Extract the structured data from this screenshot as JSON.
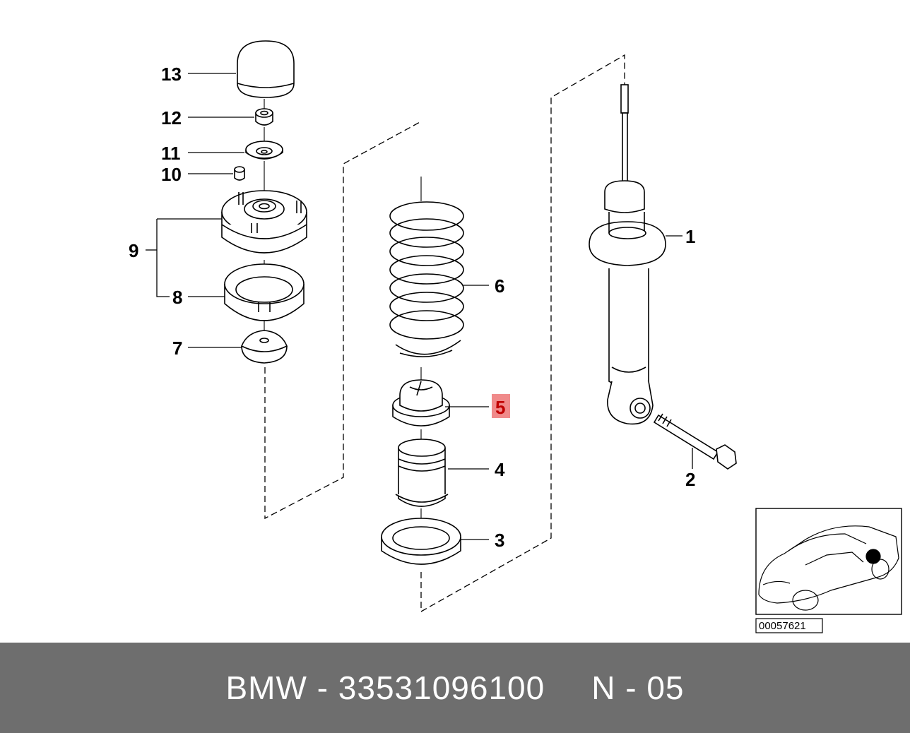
{
  "callouts": {
    "c1": "1",
    "c2": "2",
    "c3": "3",
    "c4": "4",
    "c5": "5",
    "c6": "6",
    "c7": "7",
    "c8": "8",
    "c9": "9",
    "c10": "10",
    "c11": "11",
    "c12": "12",
    "c13": "13"
  },
  "highlighted_callout": "5",
  "highlight_color": "#f08a8a",
  "reference_number": "00057621",
  "footer": {
    "part_label": "BMW - 33531096100",
    "position_label": "N - 05"
  },
  "footer_bg": "#6e6e6e"
}
